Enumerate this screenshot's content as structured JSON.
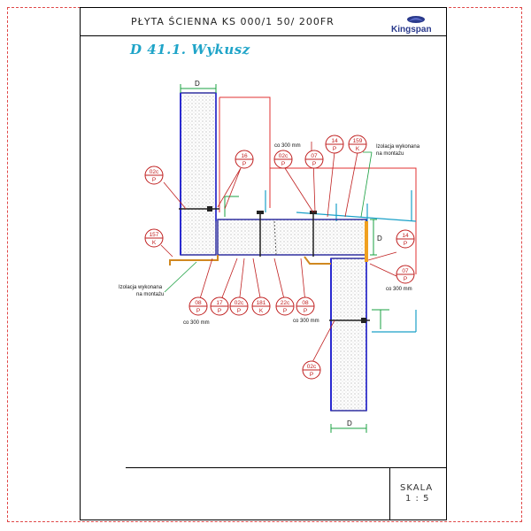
{
  "title": "PŁYTA ŚCIENNA KS 000/1 50/ 200FR",
  "brand": "Kingspan",
  "subtitle": "D 41.1. Wykusz",
  "scale": {
    "label": "SKALA",
    "value": "1 : 5"
  },
  "dimensions": {
    "panel_width": "D"
  },
  "spacing_notes": {
    "co_300": "co 300 mm"
  },
  "notes": {
    "insulation_right": [
      "Izolacja wykonana",
      "na montażu"
    ],
    "insulation_left": [
      "Izolacja wykonana",
      "na montażu"
    ]
  },
  "callouts": {
    "c02c_a": {
      "code": "02c",
      "letter": "P"
    },
    "c157": {
      "code": "157",
      "letter": "K"
    },
    "c16": {
      "code": "16",
      "letter": "P"
    },
    "c02c_b": {
      "code": "02c",
      "letter": "P"
    },
    "c07_a": {
      "code": "07",
      "letter": "P"
    },
    "c14_a": {
      "code": "14",
      "letter": "P"
    },
    "c159": {
      "code": "159",
      "letter": "K"
    },
    "c14_b": {
      "code": "14",
      "letter": "P"
    },
    "c07_b": {
      "code": "07",
      "letter": "P"
    },
    "c08_a": {
      "code": "08",
      "letter": "P"
    },
    "c17": {
      "code": "17",
      "letter": "P"
    },
    "c02c_c": {
      "code": "02c",
      "letter": "P"
    },
    "c181": {
      "code": "181",
      "letter": "K"
    },
    "c22c": {
      "code": "22c",
      "letter": "P"
    },
    "c08_b": {
      "code": "08",
      "letter": "P"
    },
    "c02c_d": {
      "code": "02c",
      "letter": "P"
    }
  }
}
